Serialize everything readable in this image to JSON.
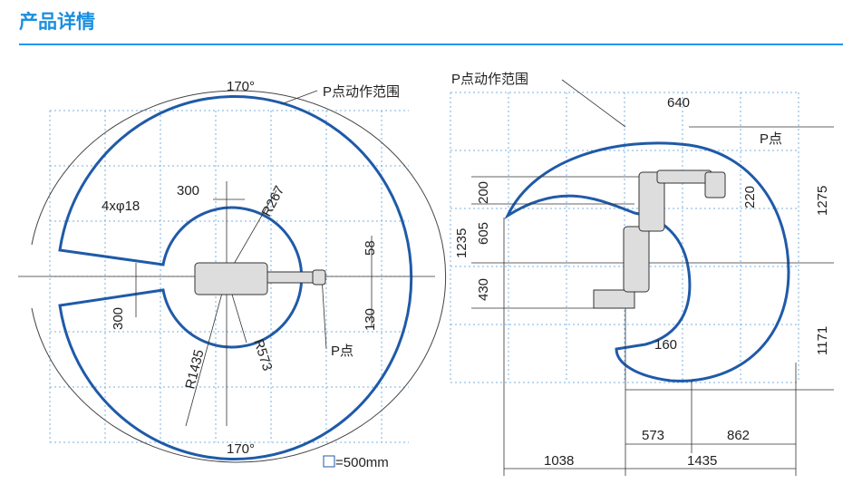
{
  "header": {
    "title": "产品详情"
  },
  "left": {
    "angle_top": "170°",
    "angle_bottom": "170°",
    "range_label": "P点动作范围",
    "holes": "4xφ18",
    "d300_top": "300",
    "r267": "R267",
    "d58": "58",
    "d300_left": "300",
    "d130": "130",
    "r1435": "R1435",
    "r573": "R573",
    "p_point": "P点",
    "legend": "=500mm"
  },
  "right": {
    "range_label": "P点动作范围",
    "d640": "640",
    "p_point": "P点",
    "d200": "200",
    "d605": "605",
    "d1235": "1235",
    "d430": "430",
    "d220": "220",
    "d1275": "1275",
    "d1171": "1171",
    "d160": "160",
    "d573": "573",
    "d862": "862",
    "d1038": "1038",
    "d1435": "1435"
  }
}
